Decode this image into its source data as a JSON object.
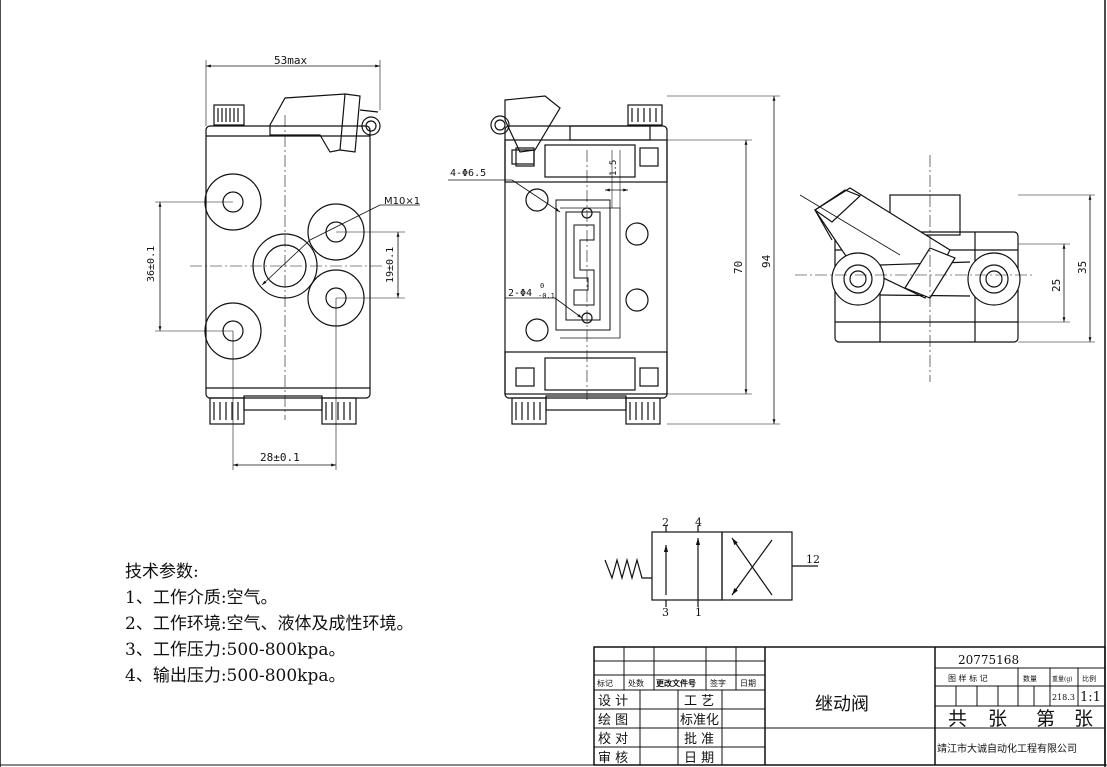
{
  "front_view": {
    "dim_width": "53max",
    "dim_height": "36±0.1",
    "dim_thread": "M10×1",
    "dim_ports": "19±0.1",
    "dim_bottom": "28±0.1"
  },
  "side_view": {
    "dim_holes_a": "4-Φ6.5",
    "dim_gap": "1.5",
    "dim_holes_b": "2-Φ4",
    "dim_tol_top": "0",
    "dim_tol_bottom": "-0.1",
    "dim_70": "70",
    "dim_94": "94"
  },
  "top_view": {
    "dim_25": "25",
    "dim_35": "35"
  },
  "symbol": {
    "port_2": "2",
    "port_4": "4",
    "port_3": "3",
    "port_1": "1",
    "port_12": "12"
  },
  "specs": {
    "title": "技术参数:",
    "lines": [
      "1、工作介质:空气。",
      "2、工作环境:空气、液体及成性环境。",
      "3、工作压力:500-800kpa。",
      "4、输出压力:500-800kpa。"
    ]
  },
  "title_block": {
    "hdr_mark": "标记",
    "hdr_count": "处数",
    "hdr_docno": "更改文件号",
    "hdr_sign": "签字",
    "hdr_date": "日期",
    "design": "设 计",
    "drawing": "绘 图",
    "check": "校 对",
    "review": "审 核",
    "process": "工 艺",
    "standard": "标准化",
    "approve": "批 准",
    "date": "日 期",
    "part_name": "继动阀",
    "drawing_no": "20775168",
    "sample_mark": "图 样 标 记",
    "quantity": "数量",
    "weight": "重量(g)",
    "scale_label": "比例",
    "weight_value": "218.3",
    "scale_value": "1:1",
    "total": "共",
    "sheet1": "张",
    "page": "第",
    "sheet2": "张",
    "company": "靖江市大诚自动化工程有限公司"
  }
}
